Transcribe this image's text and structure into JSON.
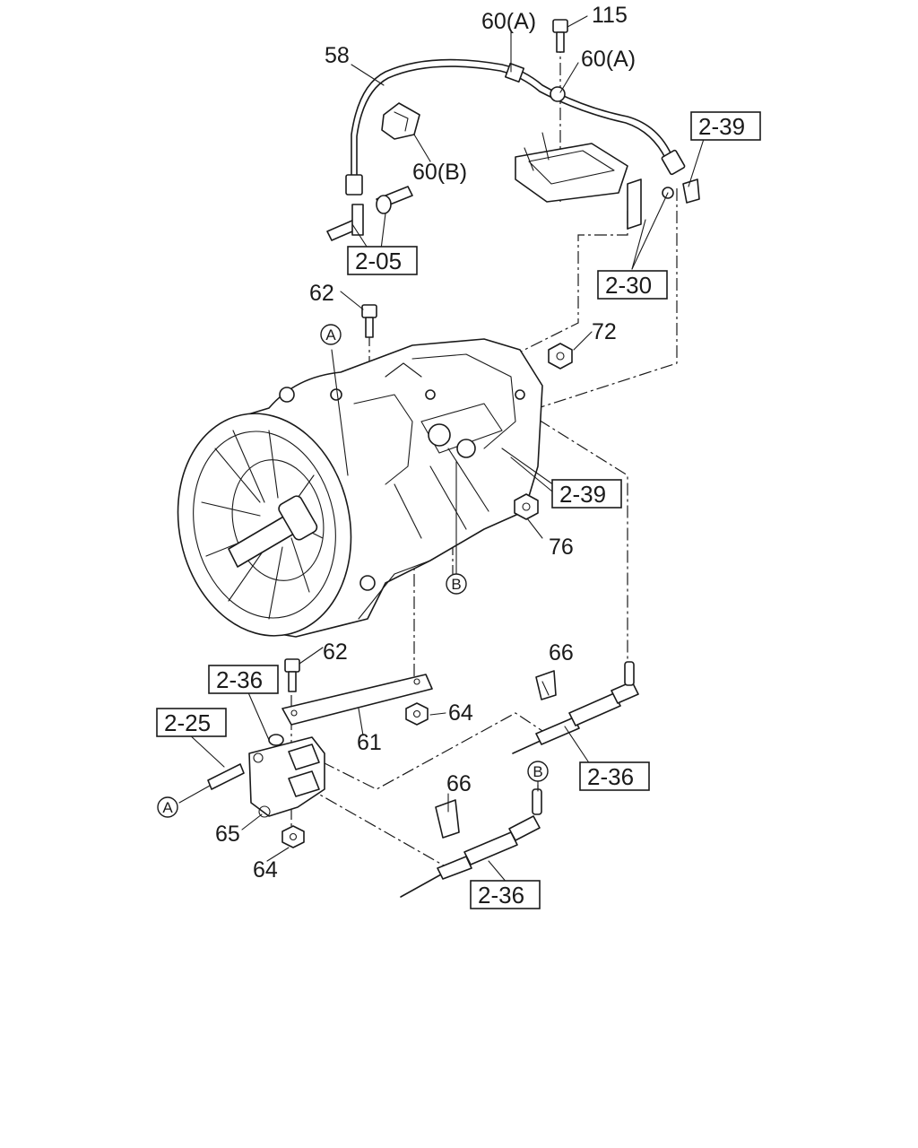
{
  "part_labels": {
    "p58": "58",
    "p60a_left": "60(A)",
    "p115": "115",
    "p60a_right": "60(A)",
    "p60b": "60(B)",
    "p62_top": "62",
    "p72": "72",
    "p76": "76",
    "p62_bottom": "62",
    "p66_right": "66",
    "p64_right": "64",
    "p61": "61",
    "p66_bottom": "66",
    "p65": "65",
    "p64_bottom": "64"
  },
  "ref_labels": {
    "r2_39_top": "2-39",
    "r2_05": "2-05",
    "r2_30": "2-30",
    "r2_39_mid": "2-39",
    "r2_36_left": "2-36",
    "r2_25": "2-25",
    "r2_36_right": "2-36",
    "r2_36_bottom": "2-36"
  },
  "callouts": {
    "a_top": "A",
    "b_mid": "B",
    "b_right": "B",
    "a_left": "A"
  }
}
